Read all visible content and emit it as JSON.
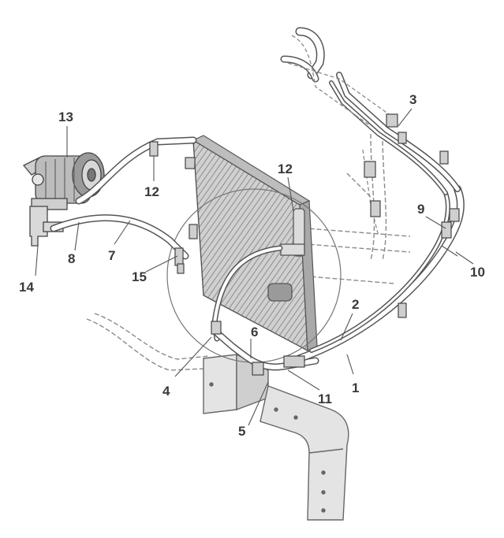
{
  "callouts": {
    "c1": "1",
    "c2": "2",
    "c3": "3",
    "c4": "4",
    "c5": "5",
    "c6": "6",
    "c7": "7",
    "c8": "8",
    "c9": "9",
    "c10": "10",
    "c11": "11",
    "c12a": "12",
    "c12b": "12",
    "c13": "13",
    "c14": "14",
    "c15": "15"
  },
  "colors": {
    "line": "#555555",
    "dashed": "#8a8a8a",
    "shade": "#b5b5b5",
    "text": "#3a3a3a"
  }
}
